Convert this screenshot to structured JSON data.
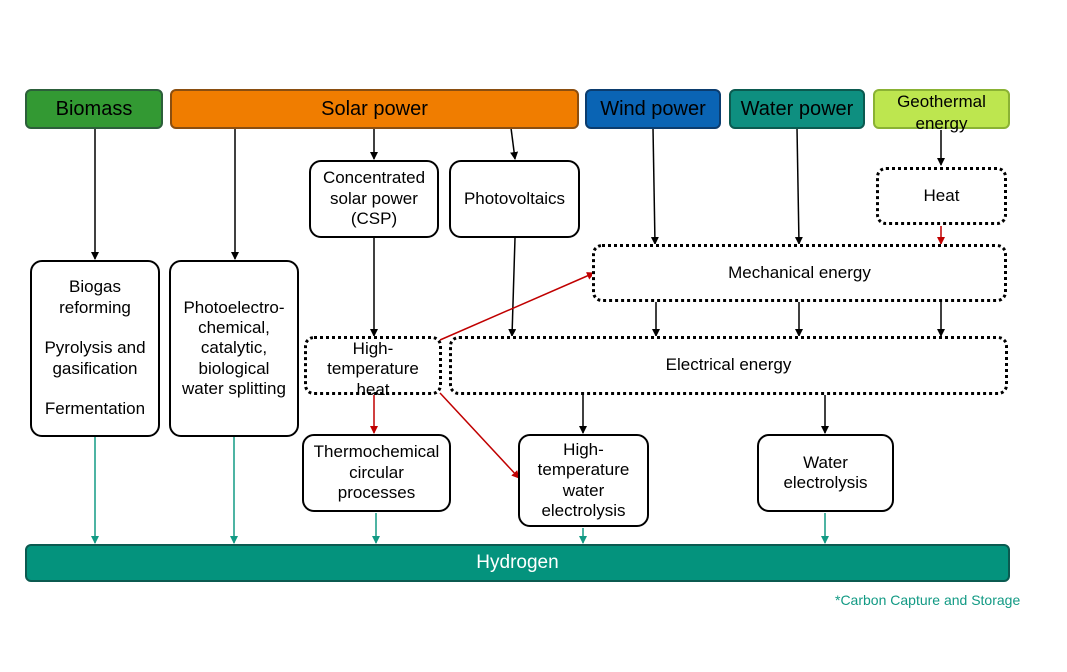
{
  "colors": {
    "biomass": "#339933",
    "solar": "#f07d00",
    "wind": "#0a64b4",
    "water": "#0e8f80",
    "geothermal": "#bde64f",
    "hydrogen": "#04937d",
    "teal_arrow": "#129a84",
    "red_arrow": "#c00000"
  },
  "sources": {
    "biomass": "Biomass",
    "solar": "Solar power",
    "wind": "Wind power",
    "water": "Water power",
    "geothermal": "Geothermal\nenergy"
  },
  "nodes": {
    "csp": "Concentrated\nsolar power\n(CSP)",
    "photovoltaics": "Photovoltaics",
    "heat": "Heat",
    "mechanical": "Mechanical energy",
    "biogas": "Biogas\nreforming\n\nPyrolysis and\ngasification\n\nFermentation",
    "photoelectro": "Photoelectro-\nchemical,\ncatalytic,\nbiological\nwater splitting",
    "high_temp_heat": "High-\ntemperature\nheat",
    "electrical": "Electrical energy",
    "thermochemical": "Thermochemical\ncircular\nprocesses",
    "ht_electrolysis": "High-\ntemperature\nwater\nelectrolysis",
    "water_electrolysis": "Water\nelectrolysis"
  },
  "hydrogen": "Hydrogen",
  "footnote": "*Carbon Capture and Storage"
}
